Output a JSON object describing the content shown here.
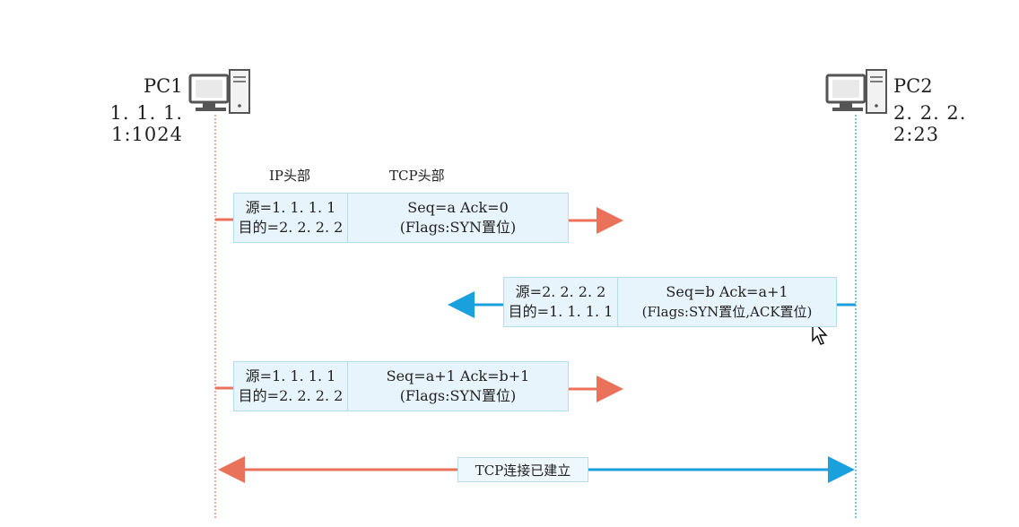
{
  "hosts": {
    "pc1": {
      "name": "PC1",
      "address": "1. 1. 1. 1:1024"
    },
    "pc2": {
      "name": "PC2",
      "address": "2. 2. 2. 2:23"
    }
  },
  "headers": {
    "ip": "IP头部",
    "tcp": "TCP头部"
  },
  "packets": [
    {
      "ip_src": "源=1. 1. 1. 1",
      "ip_dst": "目的=2. 2. 2. 2",
      "tcp_line1": "Seq=a   Ack=0",
      "tcp_line2": "(Flags:SYN置位)"
    },
    {
      "ip_src": "源=2. 2. 2. 2",
      "ip_dst": "目的=1. 1. 1. 1",
      "tcp_line1": "Seq=b  Ack=a+1",
      "tcp_line2": "(Flags:SYN置位,ACK置位)"
    },
    {
      "ip_src": "源=1. 1. 1. 1",
      "ip_dst": "目的=2. 2. 2. 2",
      "tcp_line1": "Seq=a+1   Ack=b+1",
      "tcp_line2": "(Flags:SYN置位)"
    }
  ],
  "connection_label": "TCP连接已建立",
  "colors": {
    "pc1_line": "#e8735a",
    "pc2_line": "#1aa0dc",
    "box_fill": "#e7f4fb",
    "box_border": "#b7dcef"
  },
  "icons": {
    "computer": "computer-icon",
    "cursor": "cursor-move-icon"
  }
}
